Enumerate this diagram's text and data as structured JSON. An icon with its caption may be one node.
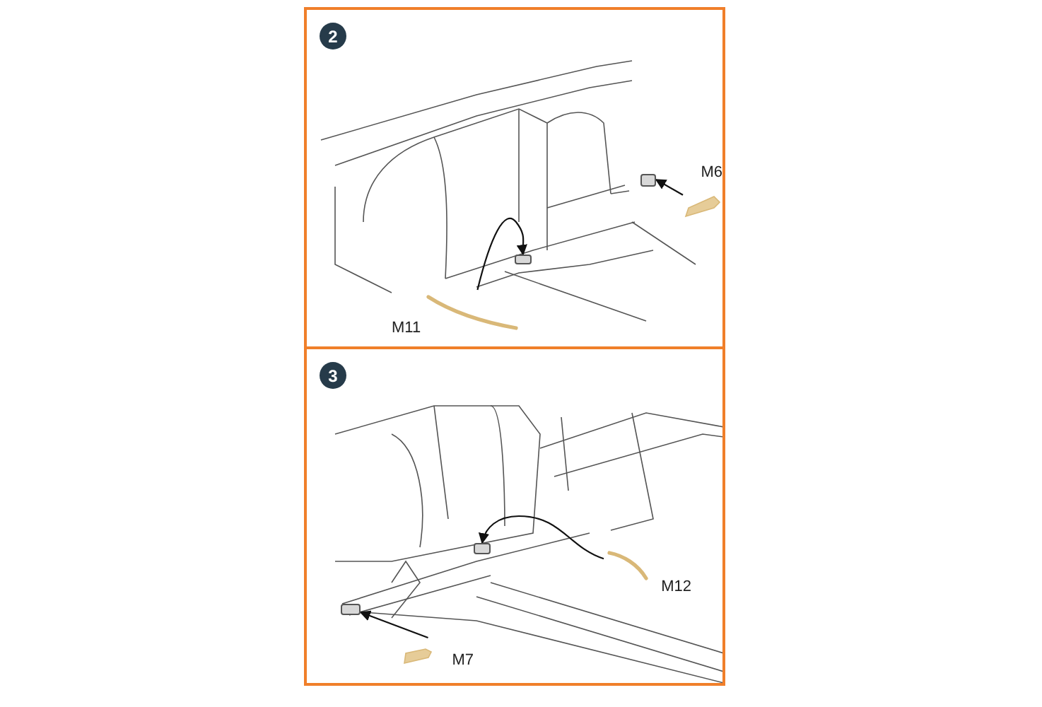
{
  "diagram": {
    "nodes": [
      {
        "text": [],
        "shape": "box"
      },
      {
        "text": [
          "2"
        ],
        "in": 0
      },
      {
        "text": [
          "M6"
        ],
        "in": 0
      },
      {
        "text": [],
        "shape": "box",
        "in": 0
      },
      {
        "text": [
          "M11"
        ],
        "in": 0
      },
      {
        "text": [],
        "shape": "box",
        "in": 0
      },
      {
        "text": [],
        "shape": "box"
      },
      {
        "text": [
          "3"
        ],
        "in": 6
      },
      {
        "text": [
          "M12"
        ],
        "in": 6
      },
      {
        "text": [],
        "shape": "box",
        "in": 6
      },
      {
        "text": [
          "M7"
        ],
        "in": 6
      },
      {
        "text": [],
        "shape": "box",
        "in": 6
      }
    ],
    "edges": [
      {
        "from": 2,
        "to": 3,
        "arrow": "to"
      },
      {
        "from": 4,
        "to": 5,
        "arrow": "to"
      },
      {
        "from": 8,
        "to": 9,
        "arrow": "to"
      },
      {
        "from": 10,
        "to": 11,
        "arrow": "to"
      }
    ]
  }
}
